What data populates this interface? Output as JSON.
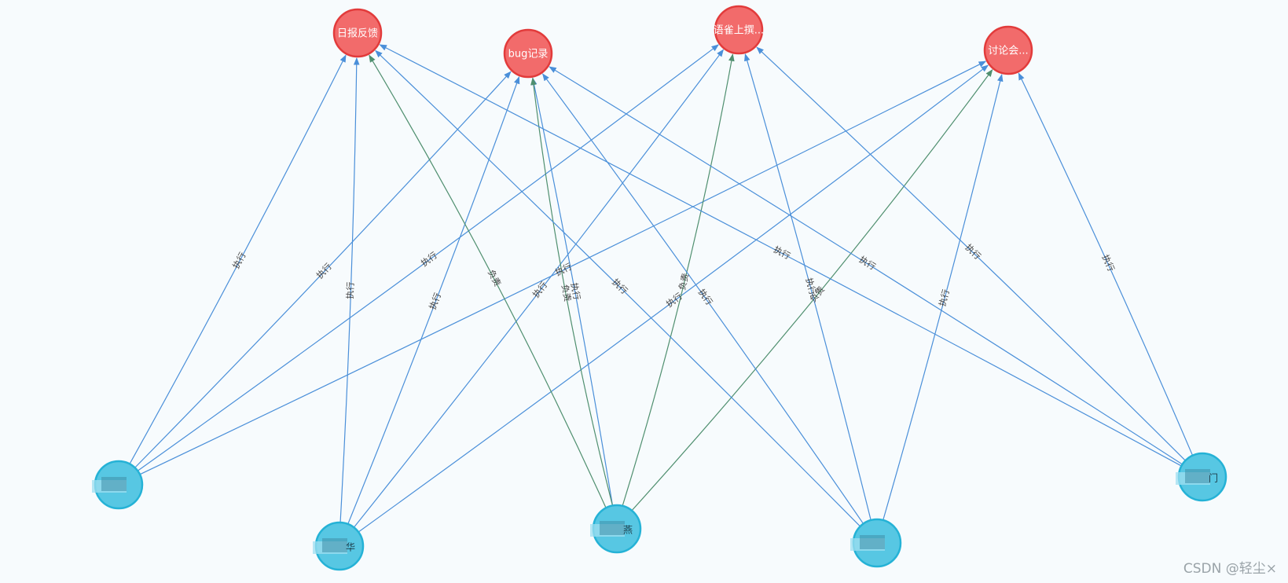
{
  "colors": {
    "task_fill": "#f26b6b",
    "person_fill": "#57c7e3",
    "edge_execute": "#4a8fd9",
    "edge_owner": "#4f8f6f"
  },
  "tasks": [
    {
      "id": "t1",
      "label": "日报反馈"
    },
    {
      "id": "t2",
      "label": "bug记录"
    },
    {
      "id": "t3",
      "label": "语雀上撰..."
    },
    {
      "id": "t4",
      "label": "讨论会..."
    }
  ],
  "people": [
    {
      "id": "p1",
      "label": ""
    },
    {
      "id": "p2",
      "label": "华"
    },
    {
      "id": "p3",
      "label": "燕"
    },
    {
      "id": "p4",
      "label": ""
    },
    {
      "id": "p5",
      "label": "门"
    }
  ],
  "relation_labels": {
    "execute": "执行",
    "owner": "负责"
  },
  "edges": [
    {
      "from": "p1",
      "to": "t1",
      "type": "execute"
    },
    {
      "from": "p1",
      "to": "t2",
      "type": "execute"
    },
    {
      "from": "p1",
      "to": "t3",
      "type": "execute"
    },
    {
      "from": "p1",
      "to": "t4",
      "type": "execute"
    },
    {
      "from": "p2",
      "to": "t1",
      "type": "execute"
    },
    {
      "from": "p2",
      "to": "t2",
      "type": "execute"
    },
    {
      "from": "p2",
      "to": "t3",
      "type": "execute"
    },
    {
      "from": "p2",
      "to": "t4",
      "type": "execute"
    },
    {
      "from": "p3",
      "to": "t1",
      "type": "owner"
    },
    {
      "from": "p3",
      "to": "t2",
      "type": "execute"
    },
    {
      "from": "p3",
      "to": "t2",
      "type": "owner"
    },
    {
      "from": "p3",
      "to": "t3",
      "type": "owner"
    },
    {
      "from": "p3",
      "to": "t4",
      "type": "owner"
    },
    {
      "from": "p4",
      "to": "t1",
      "type": "execute"
    },
    {
      "from": "p4",
      "to": "t2",
      "type": "execute"
    },
    {
      "from": "p4",
      "to": "t3",
      "type": "execute"
    },
    {
      "from": "p4",
      "to": "t4",
      "type": "execute"
    },
    {
      "from": "p5",
      "to": "t1",
      "type": "execute"
    },
    {
      "from": "p5",
      "to": "t2",
      "type": "execute"
    },
    {
      "from": "p5",
      "to": "t3",
      "type": "execute"
    },
    {
      "from": "p5",
      "to": "t4",
      "type": "execute"
    }
  ],
  "watermark": "CSDN @轻尘×"
}
